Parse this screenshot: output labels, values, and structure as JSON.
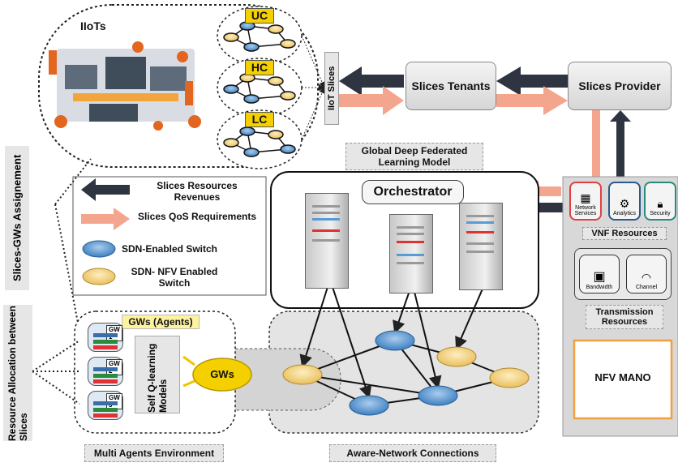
{
  "iiots": {
    "label": "IIoTs"
  },
  "iiot_slices": {
    "label": "IIoT Slices"
  },
  "slice_types": [
    {
      "label": "UC"
    },
    {
      "label": "HC"
    },
    {
      "label": "LC"
    }
  ],
  "slices_tenants": {
    "label": "Slices Tenants"
  },
  "slices_provider": {
    "label": "Slices Provider"
  },
  "global_model": {
    "label": "Global Deep Federated Learning Model"
  },
  "orchestrator": {
    "label": "Orchestrator"
  },
  "legend": {
    "revenues": "Slices Resources Revenues",
    "qos": "Slices QoS Requirements",
    "sdn_switch": "SDN-Enabled Switch",
    "nfv_switch": "SDN- NFV Enabled Switch"
  },
  "vnf": {
    "title": "VNF Resources",
    "items": [
      {
        "label": "Network Services"
      },
      {
        "label": "Analytics"
      },
      {
        "label": "Security"
      }
    ]
  },
  "transmission": {
    "title": "Transmission Resources",
    "items": [
      {
        "label": "Bandwidth"
      },
      {
        "label": "Channel"
      }
    ]
  },
  "nfv_mano": {
    "label": "NFV MANO"
  },
  "side_labels": {
    "assignment": "Slices-GWs Assignement",
    "allocation": "Resource Allocation between Slices"
  },
  "gws_agents": {
    "label": "GWs (Agents)"
  },
  "gw_icons": [
    {
      "label": "GW 1"
    },
    {
      "label": "GW 2"
    },
    {
      "label": "GW 3"
    }
  ],
  "self_q": {
    "label": "Self Q-learning Models"
  },
  "gws": {
    "label": "GWs"
  },
  "multi_agents": {
    "label": "Multi Agents Environment"
  },
  "aware_network": {
    "label": "Aware-Network Connections"
  },
  "colors": {
    "dark_arrow": "#2e3440",
    "salmon_arrow": "#f4a58e",
    "sdn_switch": "#5b9bd5",
    "nfv_switch": "#f6d58b",
    "gws_fill": "#f5d000",
    "mano_border": "#f0a040",
    "network_services_border": "#e04040",
    "analytics_border": "#2a5a8a",
    "security_border": "#2a8a7a"
  }
}
